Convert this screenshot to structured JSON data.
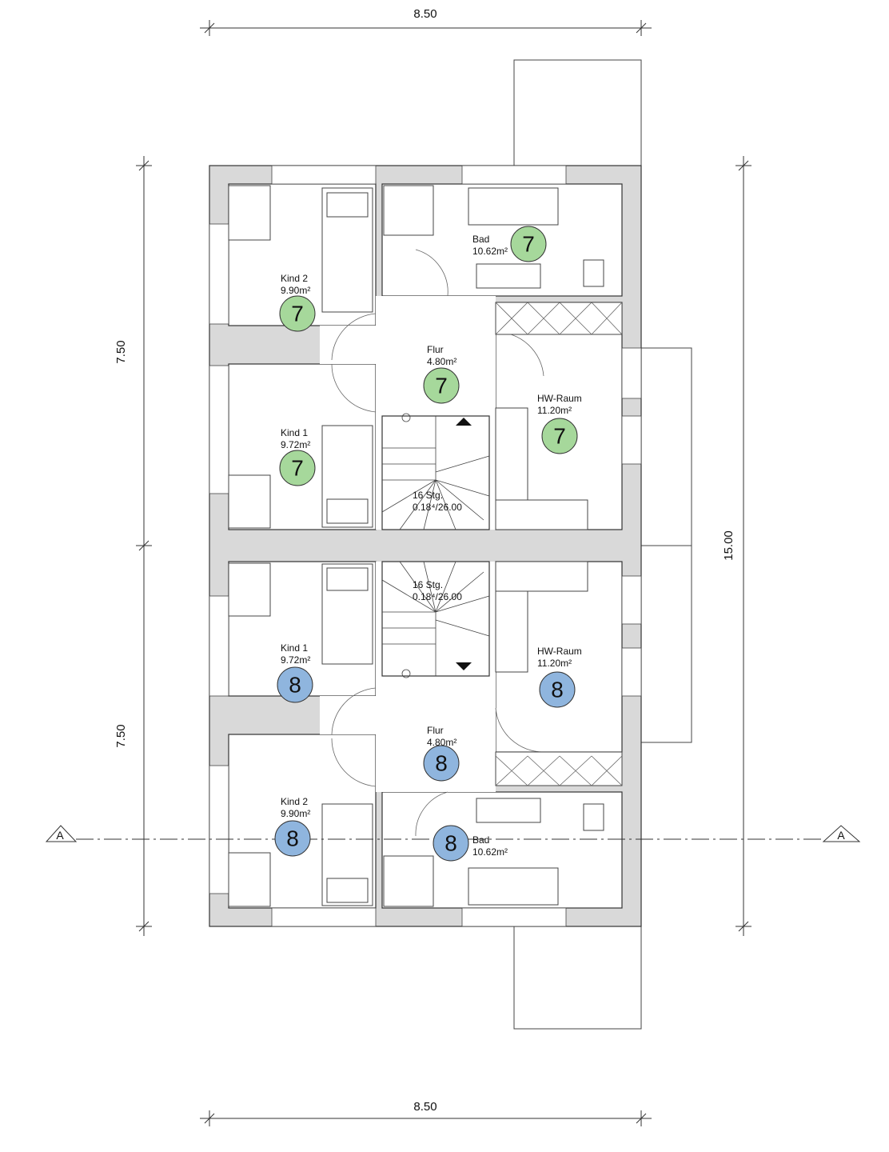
{
  "dimensions": {
    "top_width": "8.50",
    "bottom_width": "8.50",
    "left_upper": "7.50",
    "left_lower": "7.50",
    "right_total": "15.00"
  },
  "section_marker": {
    "left": "A",
    "right": "A"
  },
  "colors": {
    "unit_7": "#a6d89b",
    "unit_8": "#8fb5de",
    "wall": "#d9d9d9"
  },
  "units": [
    {
      "number": "7",
      "rooms": {
        "kind2": {
          "name": "Kind 2",
          "area": "9.90m²"
        },
        "kind1": {
          "name": "Kind 1",
          "area": "9.72m²"
        },
        "bad": {
          "name": "Bad",
          "area": "10.62m²"
        },
        "flur": {
          "name": "Flur",
          "area": "4.80m²"
        },
        "hw": {
          "name": "HW-Raum",
          "area": "11.20m²"
        }
      },
      "stairs": {
        "steps": "16 Stg.",
        "ratio": "0.18⁴/26.00"
      }
    },
    {
      "number": "8",
      "rooms": {
        "kind1": {
          "name": "Kind 1",
          "area": "9.72m²"
        },
        "kind2": {
          "name": "Kind 2",
          "area": "9.90m²"
        },
        "bad": {
          "name": "Bad",
          "area": "10.62m²"
        },
        "flur": {
          "name": "Flur",
          "area": "4.80m²"
        },
        "hw": {
          "name": "HW-Raum",
          "area": "11.20m²"
        }
      },
      "stairs": {
        "steps": "16 Stg.",
        "ratio": "0.18⁴/26.00"
      }
    }
  ]
}
